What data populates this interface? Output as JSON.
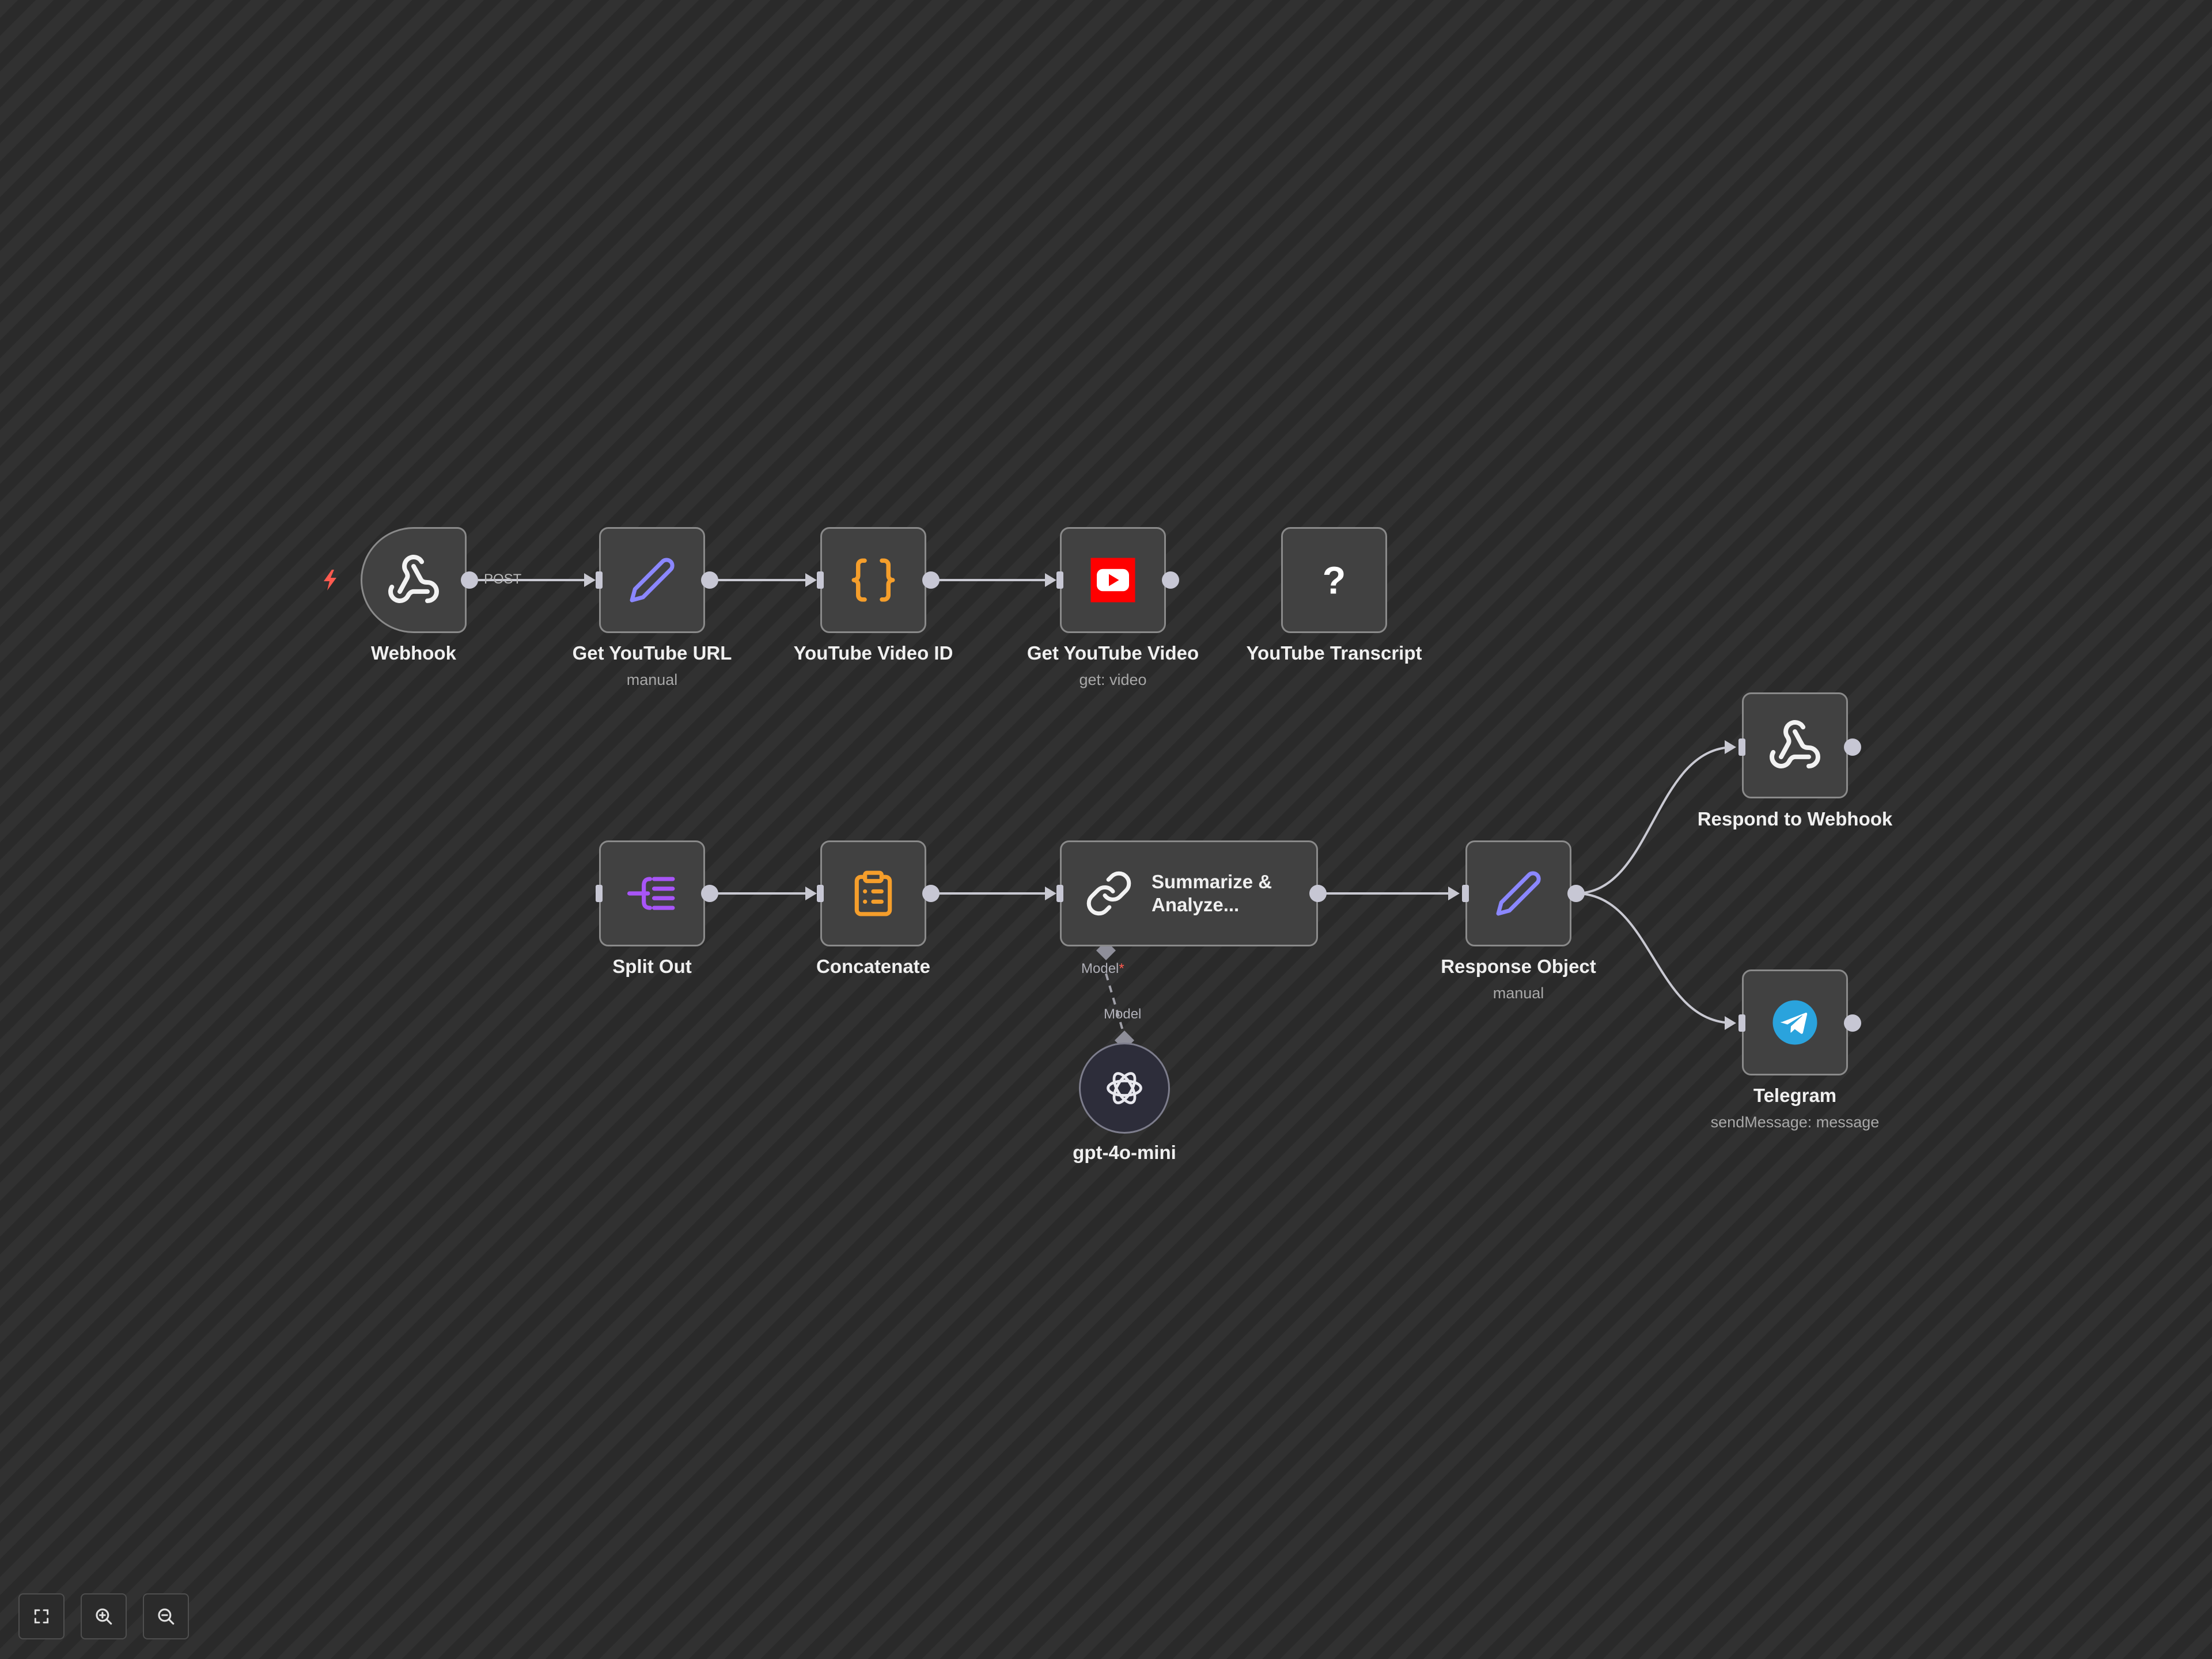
{
  "canvas": {
    "nodes": {
      "webhook": {
        "label": "Webhook",
        "icon": "webhook-icon"
      },
      "get_youtube_url": {
        "label": "Get YouTube URL",
        "subtitle": "manual",
        "icon": "pencil-icon"
      },
      "youtube_video_id": {
        "label": "YouTube Video ID",
        "icon": "curly-braces-icon"
      },
      "get_youtube_video": {
        "label": "Get YouTube Video",
        "subtitle": "get: video",
        "icon": "youtube-icon"
      },
      "youtube_transcript": {
        "label": "YouTube Transcript",
        "icon": "question-mark-icon"
      },
      "split_out": {
        "label": "Split Out",
        "icon": "split-icon"
      },
      "concatenate": {
        "label": "Concatenate",
        "icon": "clipboard-list-icon"
      },
      "summarize": {
        "label_line1": "Summarize &",
        "label_line2": "Analyze...",
        "icon": "chain-link-icon"
      },
      "response_object": {
        "label": "Response Object",
        "subtitle": "manual",
        "icon": "pencil-icon"
      },
      "respond_to_webhook": {
        "label": "Respond to Webhook",
        "icon": "webhook-icon"
      },
      "telegram": {
        "label": "Telegram",
        "subtitle": "sendMessage: message",
        "icon": "telegram-icon"
      },
      "gpt": {
        "label": "gpt-4o-mini",
        "icon": "openai-icon"
      }
    },
    "edge_labels": {
      "post": "POST",
      "model_input": "Model",
      "model_required_mark": "*",
      "model_output": "Model"
    }
  },
  "colors": {
    "pencil": "#8b87ff",
    "braces": "#f59e2b",
    "youtube": "#ff0000",
    "split": "#a855f7",
    "clipboard": "#f59e2b",
    "telegram": "#2aa3dd",
    "trigger_bolt": "#ff5a4f"
  },
  "controls": [
    "fit-view-icon",
    "zoom-in-icon",
    "zoom-out-icon"
  ]
}
